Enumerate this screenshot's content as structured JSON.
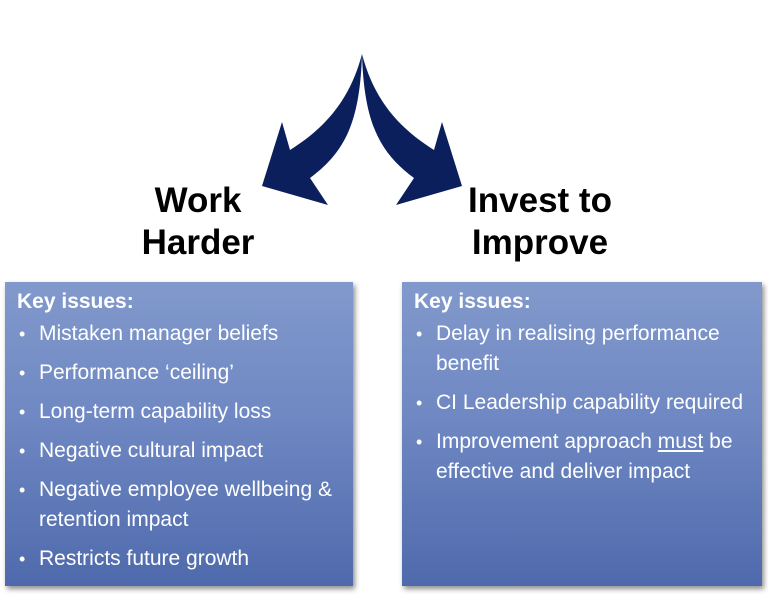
{
  "options": {
    "left": {
      "heading": [
        "Work",
        "Harder"
      ],
      "panel_title": "Key issues:",
      "issues": [
        "Mistaken manager beliefs",
        "Performance ‘ceiling’",
        "Long-term capability loss",
        "Negative cultural impact",
        "Negative employee wellbeing & retention impact",
        "Restricts future growth"
      ]
    },
    "right": {
      "heading": [
        "Invest to",
        "Improve"
      ],
      "panel_title": "Key issues:",
      "issues": [
        {
          "text": "Delay in realising performance benefit"
        },
        {
          "text": "CI Leadership capability required"
        },
        {
          "before": "Improvement approach ",
          "underlined": "must",
          "after": " be effective and deliver impact"
        }
      ]
    }
  },
  "colors": {
    "arrow": "#0b1f5c",
    "panel": "#6f88c3",
    "panel_text": "#ffffff"
  }
}
